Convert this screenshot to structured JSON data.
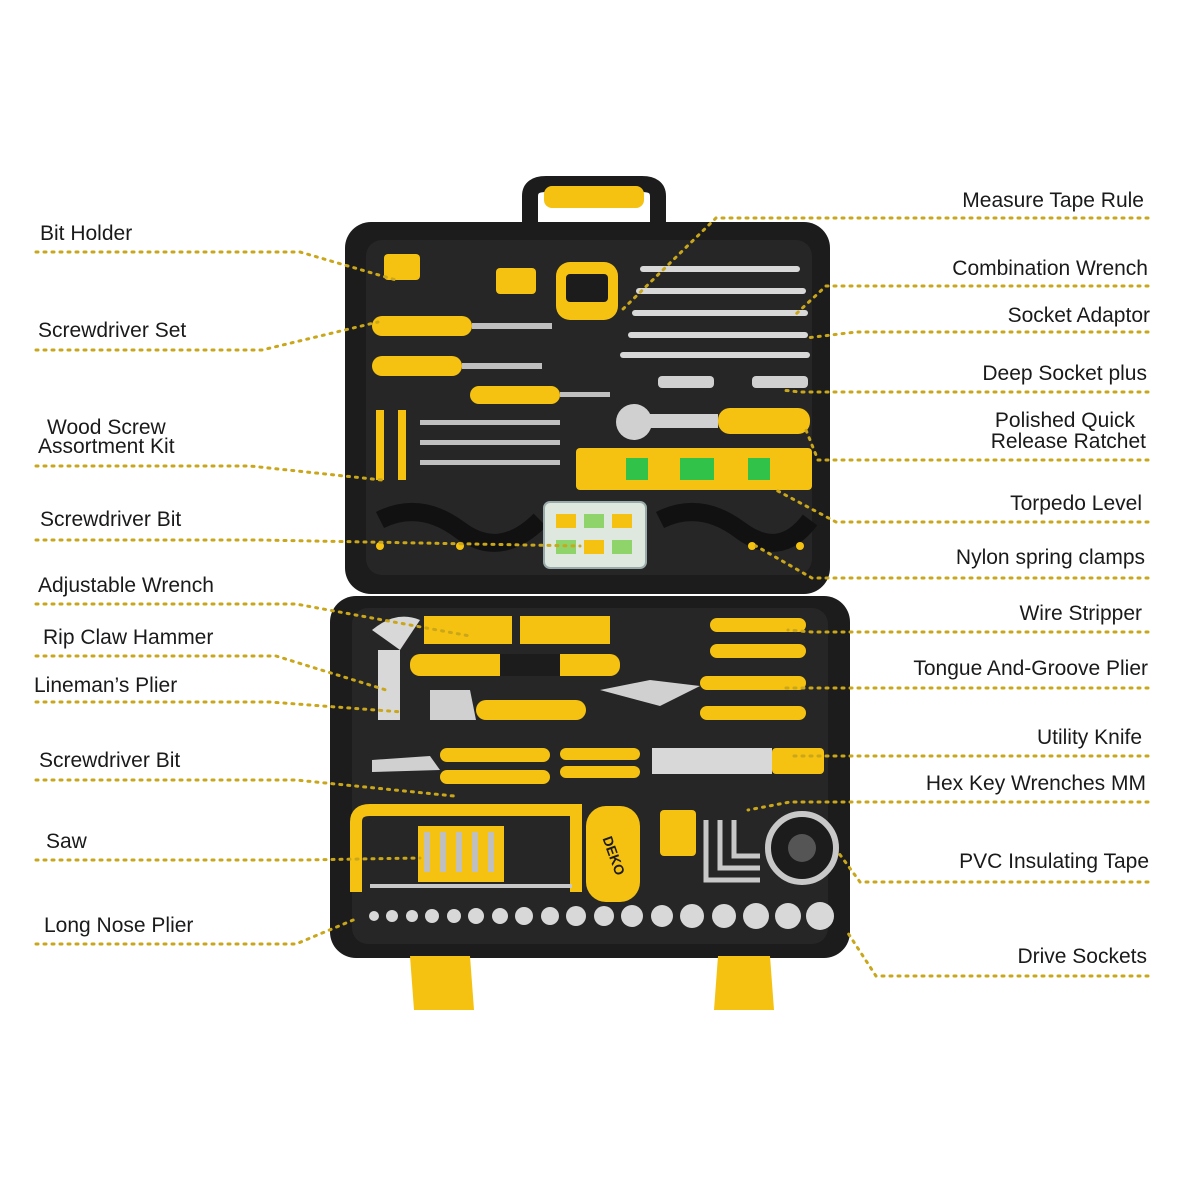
{
  "colors": {
    "accent": "#f5c211",
    "case": "#1c1c1c",
    "leader": "#c9a61a"
  },
  "brand": "DEKO",
  "labels_left": [
    "Bit Holder",
    "Screwdriver Set",
    "Wood Screw",
    "Assortment Kit",
    "Screwdriver Bit",
    "Adjustable Wrench",
    "Rip Claw Hammer",
    "Lineman’s Plier",
    "Screwdriver Bit",
    "Saw",
    "Long Nose Plier"
  ],
  "labels_right": [
    "Measure Tape Rule",
    "Combination Wrench",
    "Socket Adaptor",
    "Deep Socket plus",
    "Polished Quick",
    "Release Ratchet",
    "Torpedo Level",
    "Nylon spring clamps",
    "Wire Stripper",
    "Tongue And-Groove Plier",
    "Utility Knife",
    "Hex Key Wrenches MM",
    "PVC Insulating Tape",
    "Drive Sockets"
  ]
}
